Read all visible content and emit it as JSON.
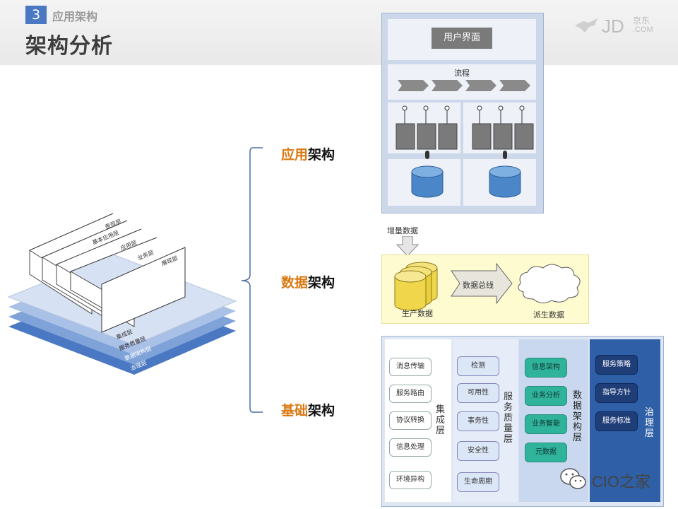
{
  "header": {
    "section_number": "3",
    "section_title": "应用架构",
    "page_title": "架构分析"
  },
  "logo": {
    "text": "JD",
    "cn": "京东",
    "com": ".COM"
  },
  "left_labels": [
    {
      "hi": "应用",
      "lo": "架构"
    },
    {
      "hi": "数据",
      "lo": "架构"
    },
    {
      "hi": "基础",
      "lo": "架构"
    }
  ],
  "stack_layers": {
    "top_sheets": [
      "表现层",
      "基本应用层",
      "应用层",
      "业务层",
      "展现层"
    ],
    "bottom_layers": [
      "集成层",
      "服务质量层",
      "数据架构层",
      "治理层"
    ]
  },
  "app_diagram": {
    "ui_label": "用户界面",
    "process_label": "流程"
  },
  "data_diagram": {
    "incremental": "增量数据",
    "production": "生产数据",
    "bus": "数据总线",
    "derived": "派生数据"
  },
  "infra_diagram": {
    "integration": {
      "items": [
        "消息传输",
        "服务路由",
        "协议转换",
        "信息处理",
        "环境异构"
      ],
      "label": "集成层"
    },
    "qos": {
      "items": [
        "检测",
        "可用性",
        "事务性",
        "安全性",
        "生命周期"
      ],
      "label": "服务质量层"
    },
    "data": {
      "items": [
        "信息架构",
        "业务分析",
        "业务智能",
        "元数据"
      ],
      "label": "数据架构层"
    },
    "governance": {
      "items": [
        "服务策略",
        "指导方针",
        "服务标准"
      ],
      "label": "治理层"
    }
  },
  "watermark": "CIO之家",
  "colors": {
    "accent_orange": "#d9770f",
    "section_blue": "#4a78c2",
    "infra_dark": "#2f5fa6",
    "data_panel": "#fffbd0"
  }
}
